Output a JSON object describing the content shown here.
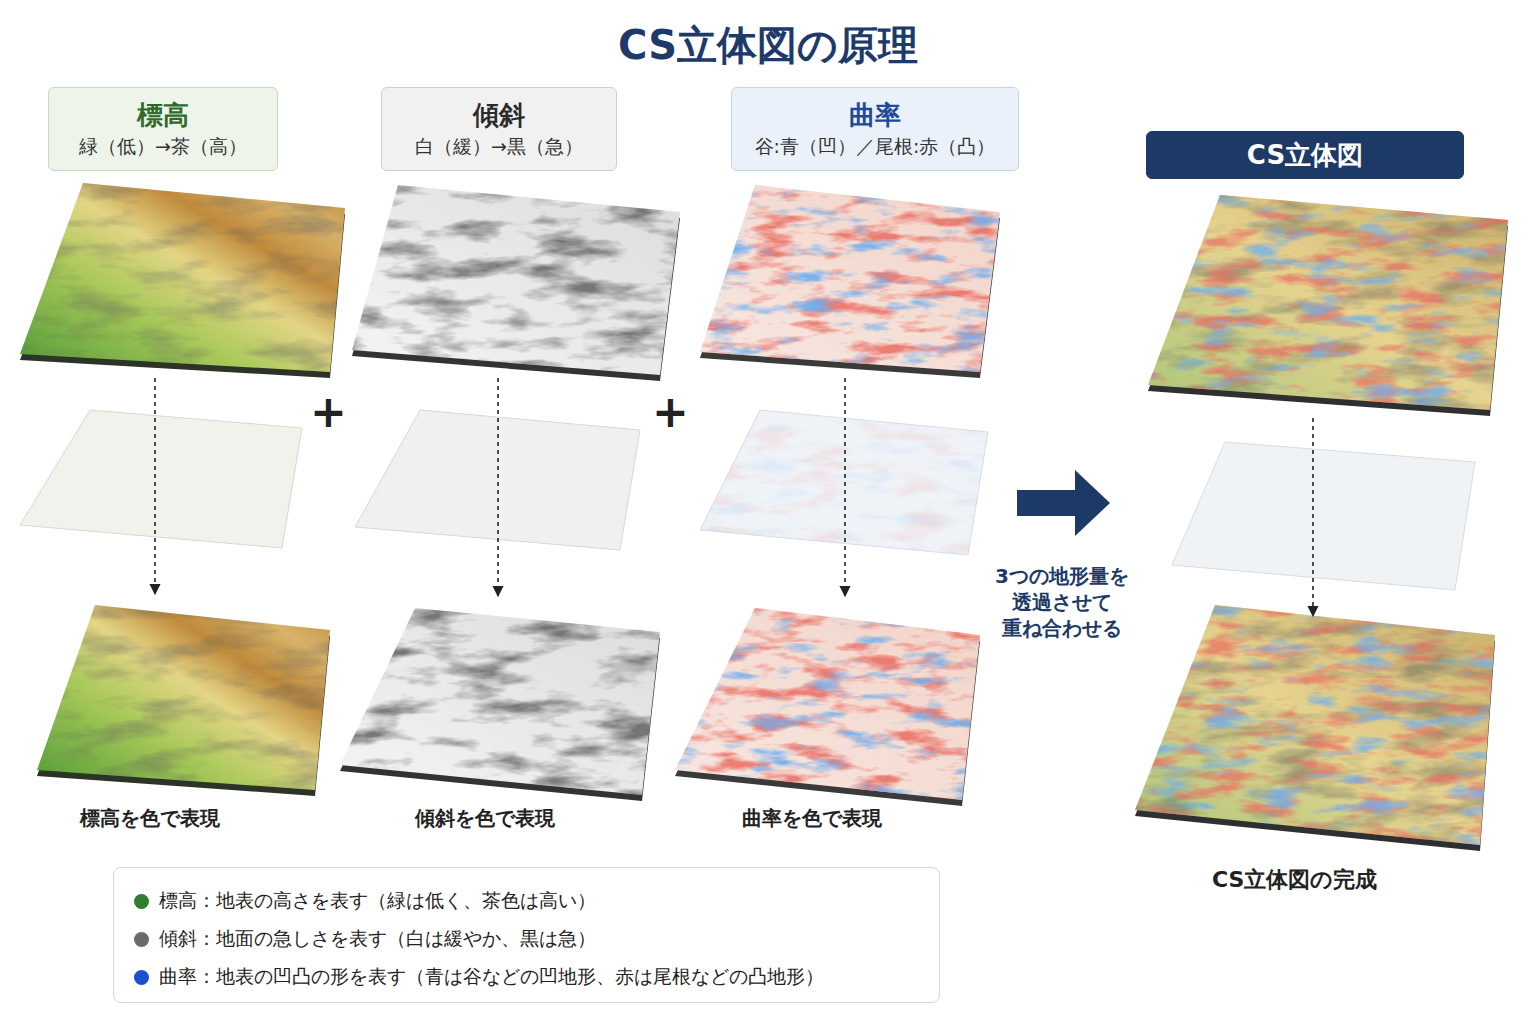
{
  "diagram": {
    "title": "CS立体図の原理",
    "nodes": [
      {
        "text": [
          "標高",
          "緑（低）→茶（高）"
        ]
      },
      {
        "text": [
          "傾斜",
          "白（緩）→黒（急）"
        ]
      },
      {
        "text": [
          "曲率",
          "谷:青（凹）／尾根:赤（凸）"
        ]
      },
      {
        "text": [
          "CS立体図"
        ]
      }
    ],
    "labels": [
      "+",
      "+",
      "3つの地形量を 透過させて 重ね合わせる",
      "標高を色で表現",
      "傾斜を色で表現",
      "曲率を色で表現",
      "CS立体図の完成"
    ],
    "legend": [
      {
        "text": "標高：地表の高さを表す（緑は低く、茶色は高い）",
        "color": "#2e7d32"
      },
      {
        "text": "傾斜：地面の急しさを表す（白は緩やか、黒は急）",
        "color": "#6b6b6b"
      },
      {
        "text": "曲率：地表の凹凸の形を表す（青は谷などの凹地形、赤は尾根などの凸地形）",
        "color": "#1a4fd0"
      }
    ]
  }
}
